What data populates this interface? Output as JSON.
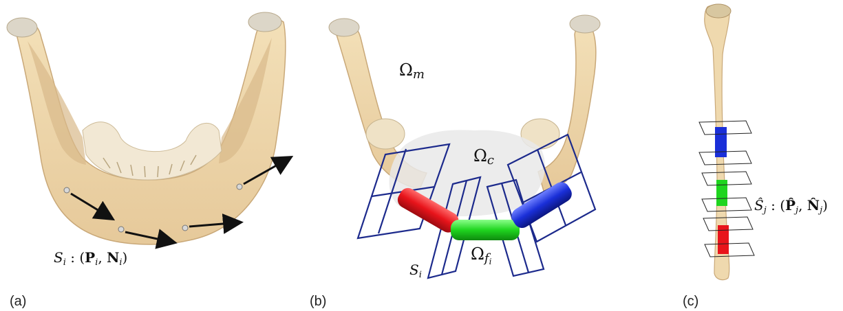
{
  "panels": [
    {
      "caption": "(a)"
    },
    {
      "caption": "(b)"
    },
    {
      "caption": "(c)"
    }
  ],
  "labels": {
    "a_S": "S",
    "a_sub": "i",
    "a_rest_open": " : (",
    "a_P": "P",
    "a_comma": ", ",
    "a_N": "N",
    "a_close": ")",
    "b_omega_m": "Ω",
    "b_m": "m",
    "b_omega_c": "Ω",
    "b_c": "c",
    "b_omega_f": "Ω",
    "b_f": "f",
    "b_fi": "i",
    "b_S": "S",
    "b_Si": "i",
    "c_S": "Ŝ",
    "c_sub": "j",
    "c_open": " : (",
    "c_P": "P̂",
    "c_comma": ", ",
    "c_N": "N̂",
    "c_close": ")"
  },
  "colors": {
    "bone": "#eed7ad",
    "bone_shadow": "#c9a878",
    "tooth": "#f2e8d4",
    "condyle": "#e8e8e0",
    "plane": "#1c2a8c",
    "red": "#e8141b",
    "green": "#1fd51f",
    "blue": "#1a2fd8",
    "arrow": "#111111"
  }
}
